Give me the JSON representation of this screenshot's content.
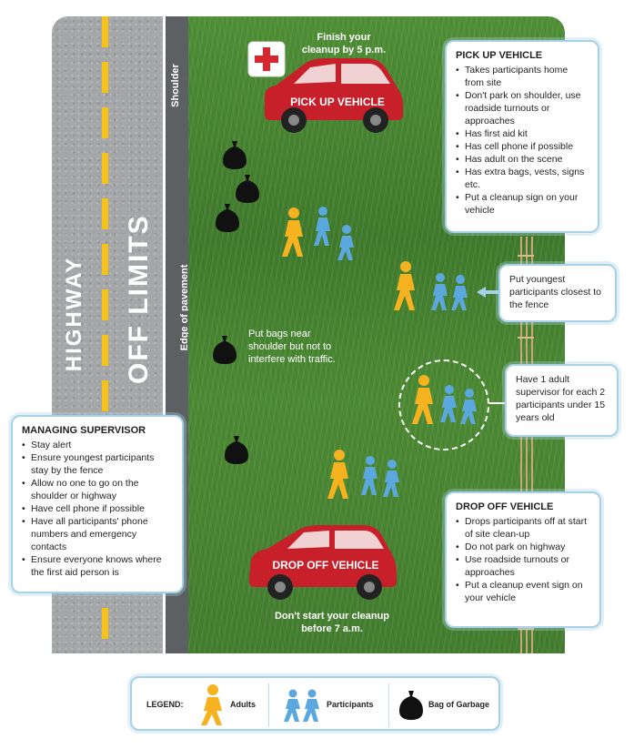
{
  "road": {
    "highway": "HIGHWAY",
    "off_limits": "OFF LIMITS",
    "shoulder": "Shoulder",
    "edge_of_pavement": "Edge of pavement"
  },
  "notes": {
    "finish_line1": "Finish your",
    "finish_line2": "cleanup by 5 p.m.",
    "start_line1": "Don't start your cleanup",
    "start_line2": "before 7 a.m.",
    "bags_line1": "Put bags near",
    "bags_line2": "shoulder but not to",
    "bags_line3": "interfere with traffic."
  },
  "vehicles": {
    "pickup_label": "PICK UP VEHICLE",
    "dropoff_label": "DROP OFF VEHICLE"
  },
  "pickup_box": {
    "title": "PICK UP VEHICLE",
    "items": [
      "Takes participants home from site",
      "Don't park on shoulder, use roadside turnouts or approaches",
      "Has first aid kit",
      "Has cell phone if possible",
      "Has adult on the scene",
      "Has extra bags, vests, signs etc.",
      "Put a cleanup sign on your vehicle"
    ]
  },
  "fence_box": {
    "text": "Put youngest participants closest to the fence"
  },
  "supervisor_ratio_box": {
    "text": "Have 1 adult supervisor for each 2 participants under 15 years old"
  },
  "managing_box": {
    "title": "MANAGING SUPERVISOR",
    "items": [
      "Stay alert",
      "Ensure youngest participants stay by the fence",
      "Allow no one to go on the shoulder or highway",
      "Have cell phone if possible",
      "Have all participants' phone numbers and emergency contacts",
      "Ensure everyone knows where the first aid person is"
    ]
  },
  "dropoff_box": {
    "title": "DROP OFF VEHICLE",
    "items": [
      "Drops participants off at start of site clean-up",
      "Do not park on highway",
      "Use roadside turnouts or approaches",
      "Put a cleanup event sign on your vehicle"
    ]
  },
  "legend": {
    "label": "LEGEND:",
    "adults": "Adults",
    "participants": "Participants",
    "garbage": "Bag of Garbage"
  },
  "colors": {
    "adult": "#f6b21f",
    "participant": "#5aa8dd",
    "vehicle": "#c8202a",
    "garbage": "#111111",
    "grass": "#4c8a33"
  }
}
